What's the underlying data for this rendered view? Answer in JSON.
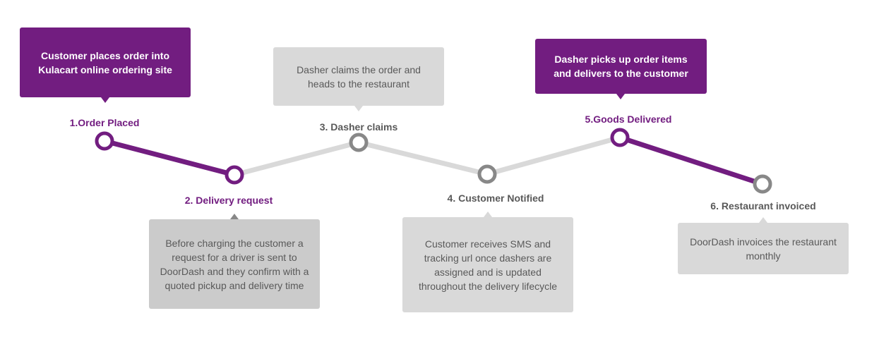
{
  "steps": [
    {
      "label": "1.Order Placed",
      "text": "Customer places order into Kulacart online ordering site"
    },
    {
      "label": "2. Delivery request",
      "text": "Before charging the customer a request for a driver is sent to DoorDash and they confirm with a quoted pickup and delivery time"
    },
    {
      "label": "3. Dasher claims",
      "text": "Dasher claims the order and heads to the restaurant"
    },
    {
      "label": "4. Customer Notified",
      "text": "Customer receives SMS and tracking url once dashers are assigned and is updated throughout the delivery lifecycle"
    },
    {
      "label": "5.Goods Delivered",
      "text": "Dasher picks up order items and delivers to the customer"
    },
    {
      "label": "6. Restaurant invoiced",
      "text": "DoorDash invoices the restaurant monthly"
    }
  ],
  "colors": {
    "accent": "#721d80",
    "node_gray": "#888888",
    "line_gray": "#d9d9d9",
    "box_gray": "#d9d9d9"
  }
}
